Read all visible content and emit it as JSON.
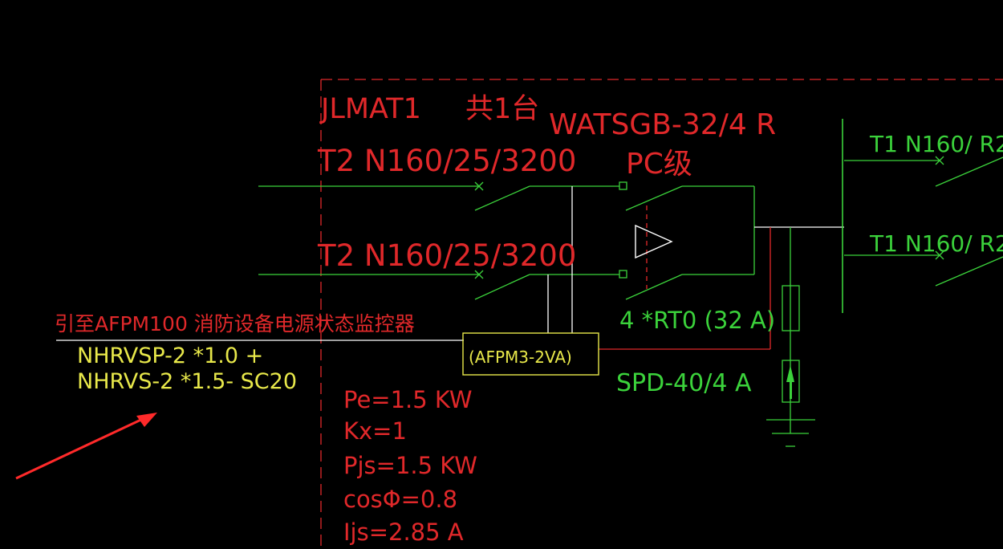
{
  "labels": {
    "cabinet": "JLMAT1",
    "cabinet_qty": "共1台",
    "ats": "WATSGB-32/4 R",
    "ats_class": "PC级",
    "incoming_breaker_1": "T2 N160/25/3200",
    "incoming_breaker_2": "T2 N160/25/3200",
    "outgoing_breaker_1": "T1 N160/ R2",
    "outgoing_breaker_2": "T1 N160/ R2",
    "monitor_note": "引至AFPM100 消防设备电源状态监控器",
    "cable_1": "NHRVSP-2 *1.0 +",
    "cable_2": "NHRVS-2 *1.5- SC20",
    "module": "(AFPM3-2VA)",
    "fuse": "4 *RT0 (32 A)",
    "spd": "SPD-40/4 A",
    "pe": "Pe=1.5 KW",
    "kx": "Kx=1",
    "pjs": "Pjs=1.5 KW",
    "cos": "cosΦ=0.8",
    "ijs": "Ijs=2.85 A"
  },
  "colors": {
    "background": "#000000",
    "red": "#e0282a",
    "green": "#3bd23b",
    "yellow": "#e8e84a",
    "white": "#ffffff"
  }
}
